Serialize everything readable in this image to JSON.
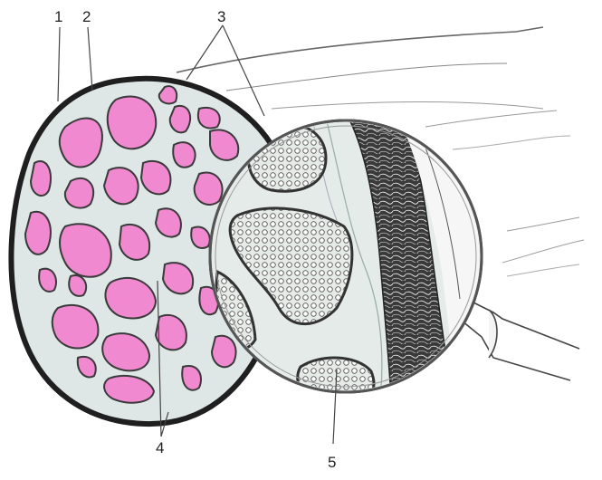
{
  "diagram": {
    "labels": [
      "1",
      "2",
      "3",
      "4",
      "5"
    ],
    "colors": {
      "fascicle_fill": "#f089cf",
      "fascicle_stroke": "#3a3a3a",
      "epineurium": "#1f1f1f",
      "connective": "#dfe6e6",
      "magnifier_bg": "#eef1f0",
      "line": "#444444"
    }
  }
}
